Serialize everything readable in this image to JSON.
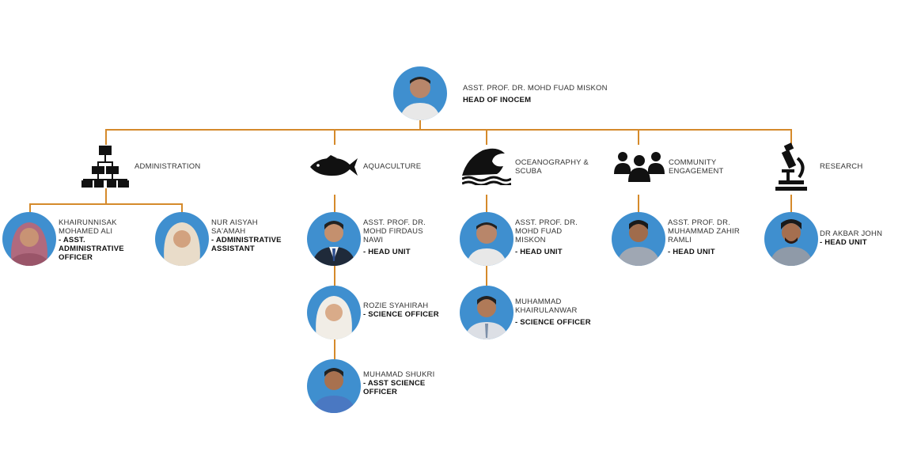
{
  "head": {
    "name": "ASST. PROF. DR. MOHD FUAD  MISKON",
    "role": "HEAD OF INOCEM"
  },
  "units": [
    {
      "label": "ADMINISTRATION",
      "icon": "org-chart-icon"
    },
    {
      "label": "AQUACULTURE",
      "icon": "fish-icon"
    },
    {
      "label": "OCEANOGRAPHY & SCUBA",
      "icon": "wave-icon"
    },
    {
      "label": "COMMUNITY ENGAGEMENT",
      "icon": "community-icon"
    },
    {
      "label": "RESEARCH",
      "icon": "microscope-icon"
    }
  ],
  "staff": {
    "admin_1": {
      "name": "KHAIRUNNISAK MOHAMED ALI",
      "role": "ASST. ADMINISTRATIVE OFFICER"
    },
    "admin_2": {
      "name": "NUR AISYAH SA'AMAH",
      "role": "ADMINISTRATIVE ASSISTANT"
    },
    "aqua_1": {
      "name": "ASST. PROF. DR. MOHD FIRDAUS NAWI",
      "role": "HEAD UNIT"
    },
    "aqua_2": {
      "name": "ROZIE SYAHIRAH",
      "role": "SCIENCE OFFICER"
    },
    "aqua_3": {
      "name": "MUHAMAD SHUKRI",
      "role": "ASST SCIENCE OFFICER"
    },
    "ocean_1": {
      "name": "ASST. PROF. DR. MOHD FUAD MISKON",
      "role": "HEAD UNIT"
    },
    "ocean_2": {
      "name": "MUHAMMAD KHAIRULANWAR",
      "role": "SCIENCE OFFICER"
    },
    "comm_1": {
      "name": "ASST. PROF. DR. MUHAMMAD ZAHIR RAMLI",
      "role": "HEAD UNIT"
    },
    "res_1": {
      "name": "DR AKBAR JOHN",
      "role": "HEAD UNIT"
    }
  },
  "colors": {
    "connector": "#d58a2b",
    "avatar_bg": "#3f8fcf",
    "icon": "#111111"
  }
}
